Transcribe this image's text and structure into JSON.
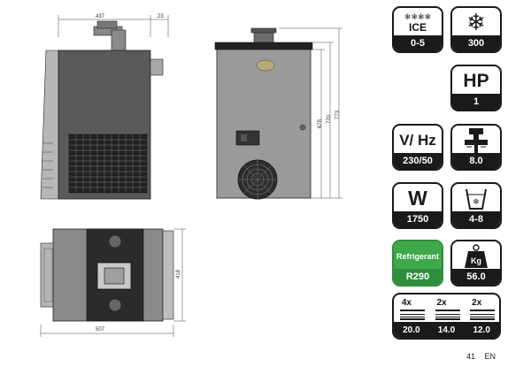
{
  "dimensions": {
    "front_width": "437",
    "front_offset": "23",
    "side_heights": [
      "678",
      "720",
      "773"
    ],
    "top_depth": "418",
    "top_width": "507"
  },
  "badges": {
    "ice": {
      "label": "ICE",
      "value": "0-5",
      "icon": "snowflake-row-icon"
    },
    "production": {
      "value": "300",
      "icon": "snowflake-icon"
    },
    "hp": {
      "label": "HP",
      "value": "1"
    },
    "voltage": {
      "label": "V/ Hz",
      "value": "230/50"
    },
    "pump": {
      "label": "PUMP",
      "value": "8.0",
      "icon": "pump-icon"
    },
    "power": {
      "label": "W",
      "value": "1750"
    },
    "tank": {
      "value": "4-8",
      "icon": "ice-bath-icon"
    },
    "refrigerant": {
      "label": "Refrigerant",
      "value": "R290",
      "color": "#3ea84a"
    },
    "weight": {
      "label": "Kg",
      "value": "56.0",
      "icon": "weight-icon"
    },
    "coils": [
      {
        "label": "4x",
        "value": "20.0"
      },
      {
        "label": "2x",
        "value": "14.0"
      },
      {
        "label": "2x",
        "value": "12.0"
      }
    ]
  },
  "footer": {
    "page": "41",
    "lang": "EN"
  }
}
